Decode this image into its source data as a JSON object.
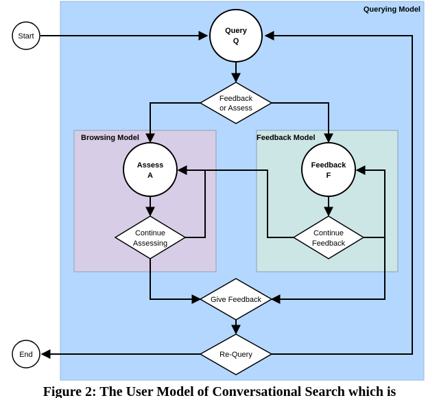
{
  "regions": {
    "querying": "Querying Model",
    "browsing": "Browsing Model",
    "feedback": "Feedback Model"
  },
  "nodes": {
    "start": "Start",
    "end": "End",
    "query_title": "Query",
    "query_symbol": "Q",
    "assess_title": "Assess",
    "assess_symbol": "A",
    "feedback_title": "Feedback",
    "feedback_symbol": "F"
  },
  "decisions": {
    "feedback_or_assess_1": "Feedback",
    "feedback_or_assess_2": "or Assess",
    "continue_assessing_1": "Continue",
    "continue_assessing_2": "Assessing",
    "continue_feedback_1": "Continue",
    "continue_feedback_2": "Feedback",
    "give_feedback": "Give Feedback",
    "requery": "Re-Query"
  },
  "caption": "Figure 2: The User Model of Conversational Search which is",
  "colors": {
    "querying_fill": "#b3d7ff",
    "browsing_fill": "#d8cde6",
    "feedback_fill": "#cce5e5"
  }
}
